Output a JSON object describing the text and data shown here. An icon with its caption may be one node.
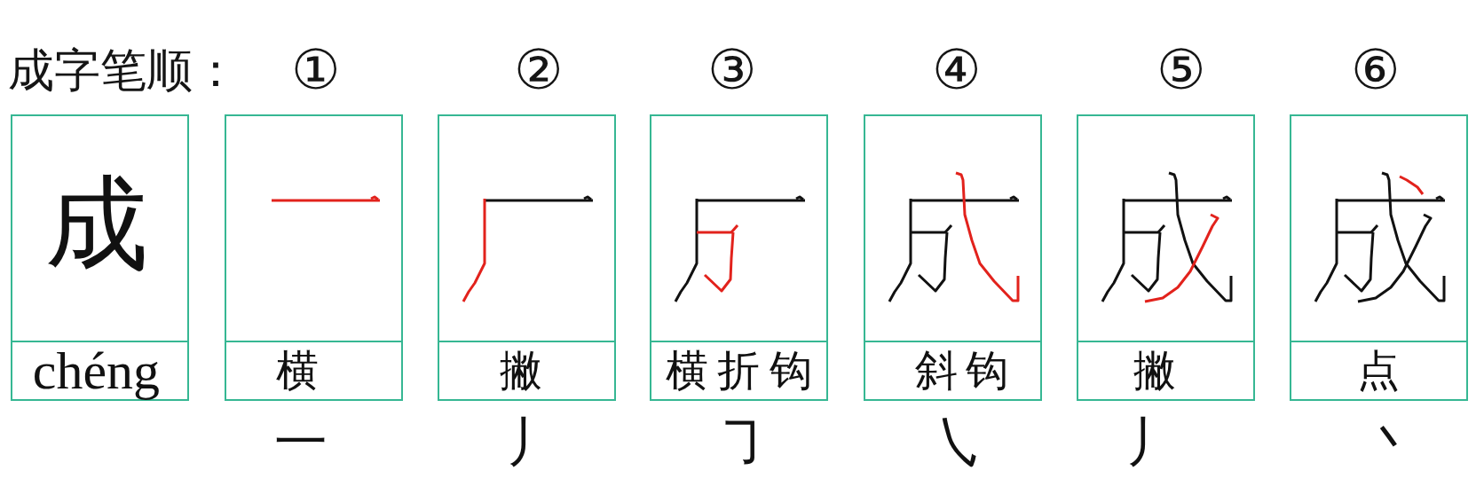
{
  "diagram": {
    "title": "成字笔顺：",
    "nodes": [
      {
        "text": [
          "成",
          "chéng"
        ]
      },
      {
        "text": [
          "横"
        ],
        "beside": [
          "一"
        ]
      },
      {
        "text": [
          "撇"
        ],
        "beside": [
          "丿"
        ]
      },
      {
        "text": [
          "横折钩"
        ],
        "beside": [
          "㇆"
        ]
      },
      {
        "text": [
          "斜钩"
        ],
        "beside": [
          "㇂"
        ]
      },
      {
        "text": [
          "撇"
        ],
        "beside": [
          "丿"
        ]
      },
      {
        "text": [
          "点"
        ],
        "beside": [
          "丶"
        ]
      }
    ],
    "labels": [
      "①",
      "②",
      "③",
      "④",
      "⑤",
      "⑥"
    ]
  }
}
